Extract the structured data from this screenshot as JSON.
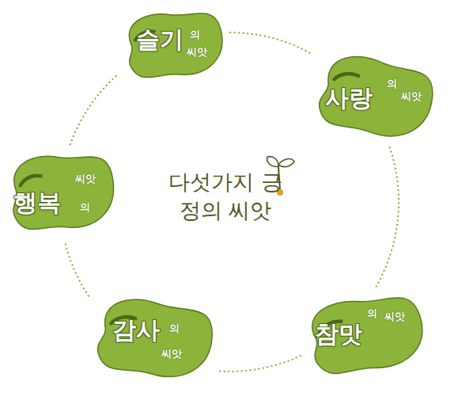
{
  "diagram": {
    "title": "다섯가지 긍정의 씨앗",
    "nodes": [
      {
        "text": [
          "슬기",
          "의",
          "씨앗"
        ]
      },
      {
        "text": [
          "사랑",
          "의",
          "씨앗"
        ]
      },
      {
        "text": [
          "행복",
          "의",
          "씨앗"
        ]
      },
      {
        "text": [
          "감사",
          "의",
          "씨앗"
        ]
      },
      {
        "text": [
          "참맛",
          "의",
          "씨앗"
        ]
      }
    ],
    "edges": [
      {
        "from": 0,
        "to": 1,
        "arrow": "none"
      },
      {
        "from": 1,
        "to": 4,
        "arrow": "none"
      },
      {
        "from": 4,
        "to": 3,
        "arrow": "none"
      },
      {
        "from": 3,
        "to": 2,
        "arrow": "none"
      },
      {
        "from": 2,
        "to": 0,
        "arrow": "none"
      }
    ]
  }
}
